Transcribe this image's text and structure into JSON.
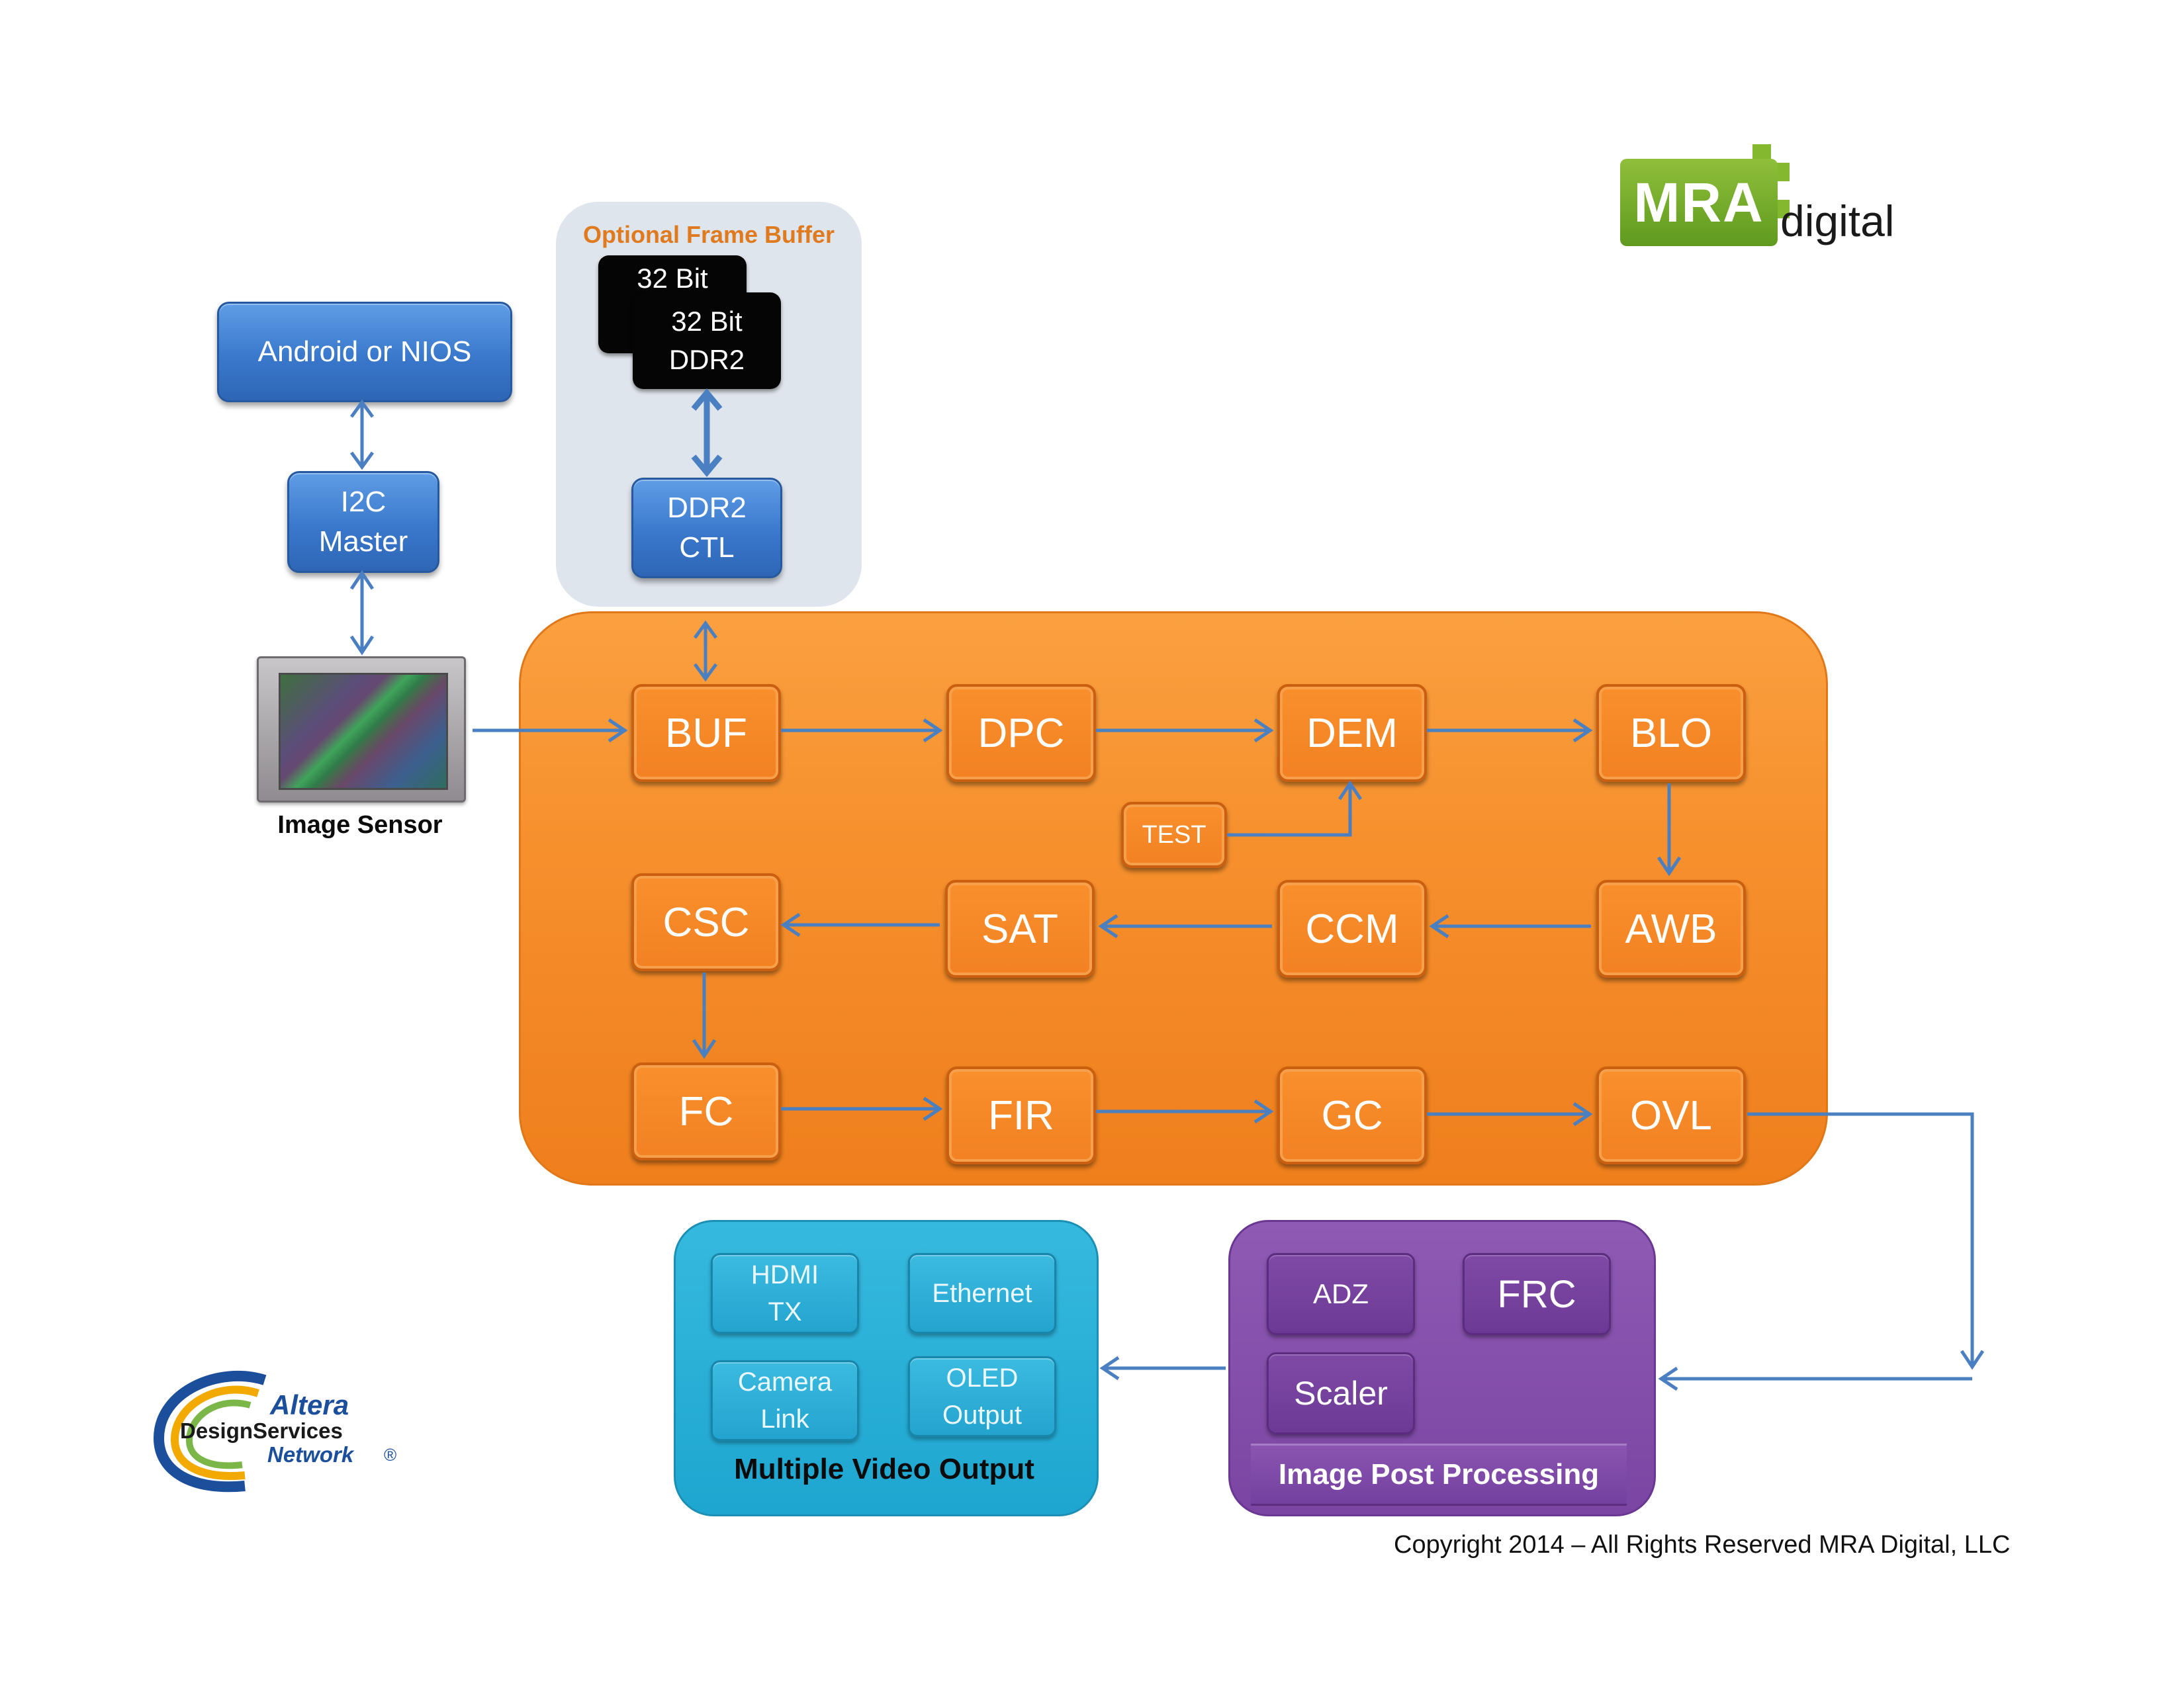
{
  "logos": {
    "mra": {
      "mark": "MRA",
      "word": "digital",
      "color": "#6ea82a"
    },
    "altera": {
      "line1": "Altera",
      "line2": "DesignServices",
      "line3": "Network",
      "registered": "®"
    }
  },
  "host": {
    "label": "Android or NIOS"
  },
  "i2c": {
    "label": "I2C\nMaster"
  },
  "sensor": {
    "label": "Image Sensor"
  },
  "frame_buffer": {
    "title": "Optional Frame Buffer",
    "chip_back": "32 Bit",
    "chip_front": "32 Bit\nDDR2",
    "controller": "DDR2\nCTL"
  },
  "pipeline": {
    "row1": [
      "BUF",
      "DPC",
      "DEM",
      "BLO"
    ],
    "test": "TEST",
    "row2": [
      "CSC",
      "SAT",
      "CCM",
      "AWB"
    ],
    "row3": [
      "FC",
      "FIR",
      "GC",
      "OVL"
    ],
    "color": "#f6902d"
  },
  "video_output": {
    "items": [
      "HDMI\nTX",
      "Ethernet",
      "Camera\nLink",
      "OLED\nOutput"
    ],
    "label": "Multiple Video Output",
    "color": "#1ea6d0"
  },
  "post_processing": {
    "items": [
      "ADZ",
      "FRC",
      "Scaler"
    ],
    "label": "Image Post Processing",
    "color": "#7b45a3"
  },
  "copyright": "Copyright 2014 – All Rights Reserved MRA Digital, LLC"
}
